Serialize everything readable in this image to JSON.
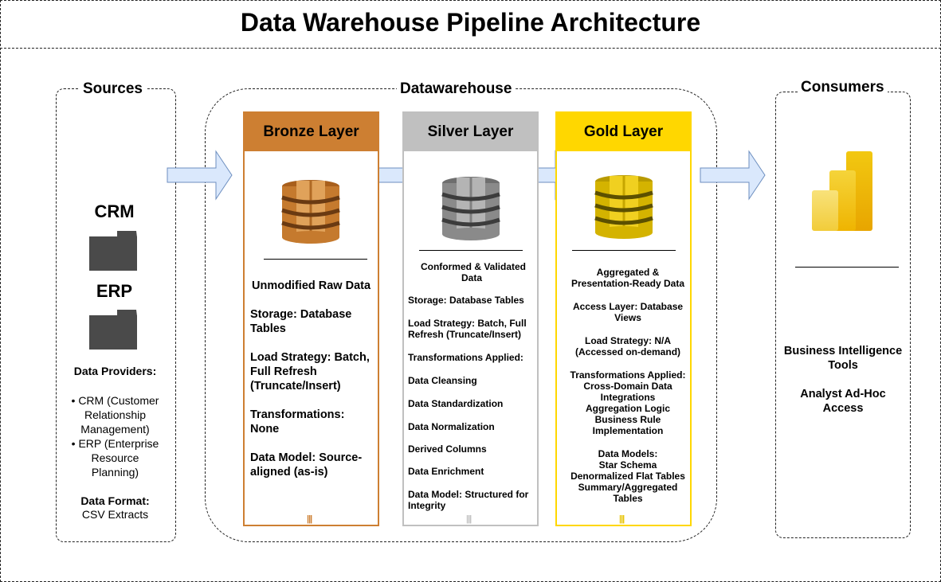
{
  "title": "Data Warehouse Pipeline Architecture",
  "groups": {
    "sources": "Sources",
    "datawarehouse": "Datawarehouse",
    "consumers": "Consumers"
  },
  "sources": {
    "crm_label": "CRM",
    "erp_label": "ERP",
    "providers_title": "Data Providers:",
    "providers": [
      "• CRM (Customer",
      "Relationship",
      "Management)",
      "• ERP (Enterprise",
      "Resource",
      "Planning)"
    ],
    "format_title": "Data Format:",
    "format_value": "CSV Extracts",
    "icons": [
      "folder-icon",
      "folder-icon"
    ]
  },
  "layers": {
    "bronze": {
      "name": "Bronze Layer",
      "color": "#cd7f32",
      "lines": [
        "Unmodified Raw Data",
        "Storage: Database",
        "Tables",
        "Load Strategy: Batch,",
        "Full Refresh",
        "(Truncate/Insert)",
        "Transformations:",
        "None",
        "Data Model: Source-",
        "aligned (as-is)"
      ]
    },
    "silver": {
      "name": "Silver Layer",
      "color": "#c0c0c0",
      "lines": [
        "Conformed & Validated",
        "Data",
        "Storage: Database Tables",
        "Load Strategy: Batch, Full",
        "Refresh (Truncate/Insert)",
        "Transformations Applied:",
        "Data Cleansing",
        "Data Standardization",
        "Data Normalization",
        "Derived Columns",
        "Data Enrichment",
        "Data Model: Structured for",
        "Integrity"
      ]
    },
    "gold": {
      "name": "Gold Layer",
      "color": "#ffd700",
      "lines": [
        "Aggregated &",
        "Presentation-Ready Data",
        "Access Layer: Database",
        "Views",
        "Load Strategy: N/A",
        "(Accessed on-demand)",
        "Transformations Applied:",
        "Cross-Domain Data",
        "Integrations",
        "Aggregation Logic",
        "Business Rule",
        "Implementation",
        "Data Models:",
        "Star Schema",
        "Denormalized Flat Tables",
        "Summary/Aggregated",
        "Tables"
      ]
    }
  },
  "consumers": {
    "lines": [
      "Business Intelligence",
      "Tools",
      "Analyst Ad-Hoc",
      "Access"
    ],
    "icon": "power-bi-icon"
  },
  "icons": {
    "database": "database-icon",
    "arrow": "arrow-right-icon"
  },
  "colors": {
    "bronze": "#cd7f32",
    "silver": "#c0c0c0",
    "gold": "#ffd700",
    "arrow_fill": "#dae8fc",
    "arrow_stroke": "#6c8ebf"
  }
}
